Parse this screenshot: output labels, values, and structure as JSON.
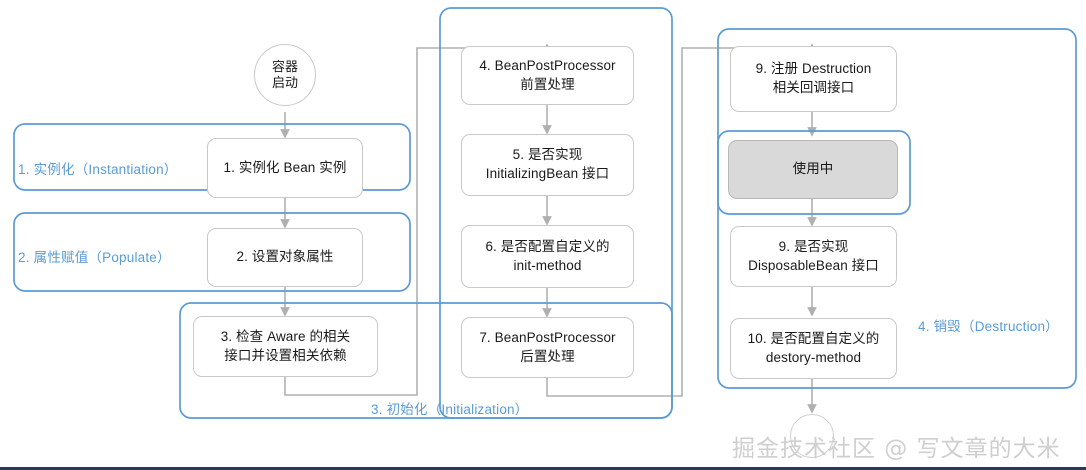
{
  "diagram": {
    "title": "Spring Bean Lifecycle Flowchart",
    "colors": {
      "phase_border": "#5b9bd5",
      "phase_label": "#5b9bd5",
      "node_border": "#c9c9c9",
      "node_fill": "#ffffff",
      "gray_node_fill": "#d9d9d9",
      "connector": "#b0b0b0",
      "watermark": "#cfcfcf"
    },
    "start": {
      "label": "容器\n启动"
    },
    "phases": [
      {
        "id": "instantiation",
        "label": "1. 实例化（Instantiation）"
      },
      {
        "id": "populate",
        "label": "2. 属性赋值（Populate）"
      },
      {
        "id": "initialization",
        "label": "3. 初始化（Initialization）"
      },
      {
        "id": "destruction",
        "label": "4. 销毁（Destruction）"
      }
    ],
    "nodes": [
      {
        "id": "n1",
        "label": "1. 实例化 Bean 实例",
        "style": "white"
      },
      {
        "id": "n2",
        "label": "2. 设置对象属性",
        "style": "white"
      },
      {
        "id": "n3",
        "label": "3. 检查 Aware 的相关\n接口并设置相关依赖",
        "style": "white"
      },
      {
        "id": "n4",
        "label": "4. BeanPostProcessor\n前置处理",
        "style": "white"
      },
      {
        "id": "n5",
        "label": "5. 是否实现\nInitializingBean 接口",
        "style": "white"
      },
      {
        "id": "n6",
        "label": "6. 是否配置自定义的\ninit-method",
        "style": "white"
      },
      {
        "id": "n7",
        "label": "7. BeanPostProcessor\n后置处理",
        "style": "white"
      },
      {
        "id": "n8",
        "label": "9. 注册 Destruction\n相关回调接口",
        "style": "white"
      },
      {
        "id": "n9",
        "label": "使用中",
        "style": "gray"
      },
      {
        "id": "n10",
        "label": "9. 是否实现\nDisposableBean 接口",
        "style": "white"
      },
      {
        "id": "n11",
        "label": "10. 是否配置自定义的\ndestory-method",
        "style": "white"
      }
    ],
    "watermark": "掘金技术社区 @ 写文章的大米"
  }
}
